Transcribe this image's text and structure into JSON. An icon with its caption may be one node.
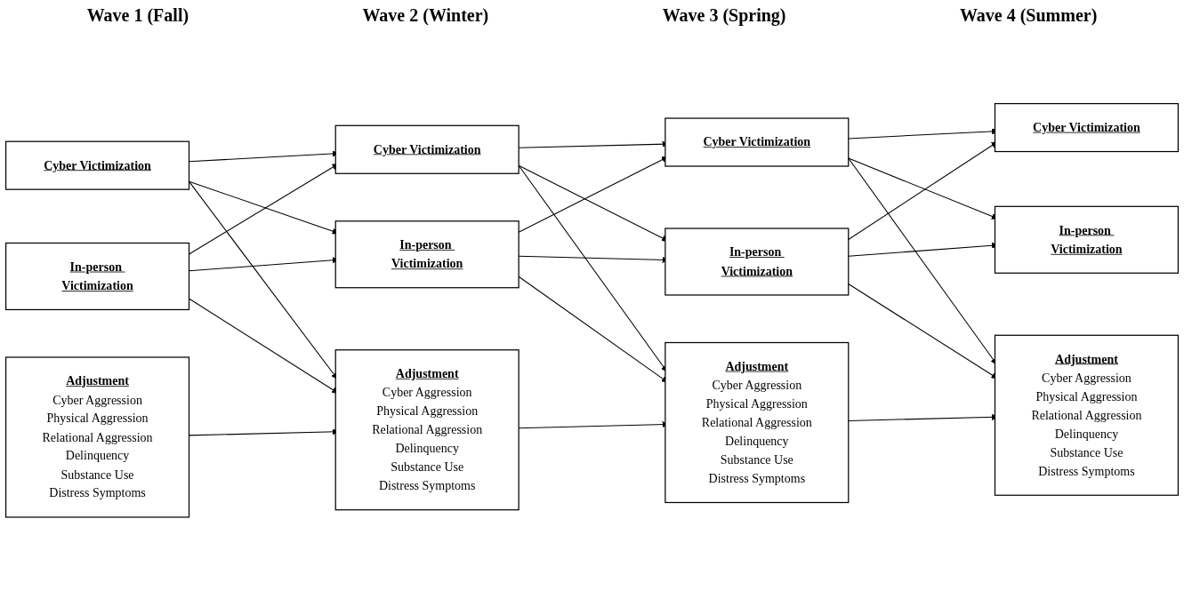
{
  "diagram": {
    "nodes": [
      {
        "text": [
          "Cyber Victimization"
        ]
      },
      {
        "text": [
          "In-person Victimization"
        ]
      },
      {
        "text": [
          "Adjustment",
          "Cyber Aggression",
          "Physical Aggression",
          "Relational Aggression",
          "Delinquency",
          "Substance Use",
          "Distress Symptoms"
        ]
      },
      {
        "text": [
          "Cyber Victimization"
        ]
      },
      {
        "text": [
          "In-person Victimization"
        ]
      },
      {
        "text": [
          "Adjustment",
          "Cyber Aggression",
          "Physical Aggression",
          "Relational Aggression",
          "Delinquency",
          "Substance Use",
          "Distress Symptoms"
        ]
      },
      {
        "text": [
          "Cyber Victimization"
        ]
      },
      {
        "text": [
          "In-person Victimization"
        ]
      },
      {
        "text": [
          "Adjustment",
          "Cyber Aggression",
          "Physical Aggression",
          "Relational Aggression",
          "Delinquency",
          "Substance Use",
          "Distress Symptoms"
        ]
      },
      {
        "text": [
          "Cyber Victimization"
        ]
      },
      {
        "text": [
          "In-person Victimization"
        ]
      },
      {
        "text": [
          "Adjustment",
          "Cyber Aggression",
          "Physical Aggression",
          "Relational Aggression",
          "Delinquency",
          "Substance Use",
          "Distress Symptoms"
        ]
      }
    ],
    "edges": [
      {
        "from": 0,
        "to": 3,
        "arrow": "to"
      },
      {
        "from": 0,
        "to": 4,
        "arrow": "to"
      },
      {
        "from": 0,
        "to": 5,
        "arrow": "to"
      },
      {
        "from": 1,
        "to": 3,
        "arrow": "to"
      },
      {
        "from": 1,
        "to": 4,
        "arrow": "to"
      },
      {
        "from": 1,
        "to": 5,
        "arrow": "to"
      },
      {
        "from": 2,
        "to": 5,
        "arrow": "to"
      },
      {
        "from": 3,
        "to": 6,
        "arrow": "to"
      },
      {
        "from": 3,
        "to": 7,
        "arrow": "to"
      },
      {
        "from": 3,
        "to": 8,
        "arrow": "to"
      },
      {
        "from": 4,
        "to": 6,
        "arrow": "to"
      },
      {
        "from": 4,
        "to": 7,
        "arrow": "to"
      },
      {
        "from": 4,
        "to": 8,
        "arrow": "to"
      },
      {
        "from": 5,
        "to": 8,
        "arrow": "to"
      },
      {
        "from": 6,
        "to": 9,
        "arrow": "to"
      },
      {
        "from": 6,
        "to": 10,
        "arrow": "to"
      },
      {
        "from": 6,
        "to": 11,
        "arrow": "to"
      },
      {
        "from": 7,
        "to": 9,
        "arrow": "to"
      },
      {
        "from": 7,
        "to": 10,
        "arrow": "to"
      },
      {
        "from": 7,
        "to": 11,
        "arrow": "to"
      },
      {
        "from": 8,
        "to": 11,
        "arrow": "to"
      }
    ],
    "labels": [
      "Wave 1 (Fall)",
      "Wave 2 (Winter)",
      "Wave 3 (Spring)",
      "Wave 4 (Summer)"
    ]
  }
}
